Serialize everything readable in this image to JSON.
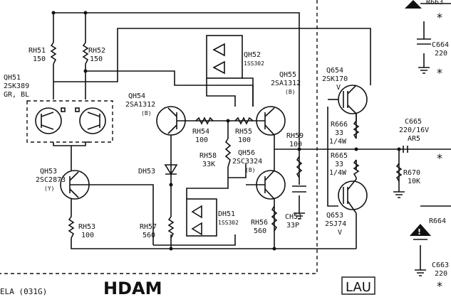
{
  "title": "HDAM",
  "footer": {
    "left": "ELA (031G)",
    "badge": "LAU"
  },
  "top_right": {
    "label": "R663"
  },
  "right_lower": {
    "label": "R664"
  },
  "components": {
    "rh51": {
      "ref": "RH51",
      "value": "150"
    },
    "rh52": {
      "ref": "RH52",
      "value": "150"
    },
    "qh51": {
      "ref": "QH51",
      "part": "2SK389",
      "grade": "GR, BL"
    },
    "qh52": {
      "ref": "QH52",
      "part": "1SS302"
    },
    "qh55": {
      "ref": "QH55",
      "part": "2SA1312",
      "grade": "(B)"
    },
    "qh54": {
      "ref": "QH54",
      "part": "2SA1312",
      "grade": "(B)"
    },
    "rh54": {
      "ref": "RH54",
      "value": "100"
    },
    "rh55": {
      "ref": "RH55",
      "value": "100"
    },
    "rh58": {
      "ref": "RH58",
      "value": "33K"
    },
    "qh56": {
      "ref": "QH56",
      "part": "2SC3324",
      "grade": "(B)"
    },
    "rh59": {
      "ref": "RH59",
      "value": "100"
    },
    "dh53": {
      "ref": "DH53"
    },
    "qh53": {
      "ref": "QH53",
      "part": "2SC2873",
      "grade": "(Y)"
    },
    "rh53": {
      "ref": "RH53",
      "value": "100"
    },
    "rh57": {
      "ref": "RH57",
      "value": "560"
    },
    "dh51": {
      "ref": "DH51",
      "part": "1SS302"
    },
    "rh56": {
      "ref": "RH56",
      "value": "560"
    },
    "ch51": {
      "ref": "CH51",
      "value": "33P"
    },
    "q654": {
      "ref": "Q654",
      "part": "2SK170",
      "grade": "V"
    },
    "r666": {
      "ref": "R666",
      "value": "33",
      "power": "1/4W"
    },
    "r665": {
      "ref": "R665",
      "value": "33",
      "power": "1/4W"
    },
    "q653": {
      "ref": "Q653",
      "part": "2SJ74",
      "grade": "V"
    },
    "c665": {
      "ref": "C665",
      "value": "220/16V",
      "note": "AR5"
    },
    "r670": {
      "ref": "R670",
      "value": "10K"
    },
    "c664": {
      "ref": "C664",
      "value": "220"
    },
    "c663": {
      "ref": "C663",
      "value": "220"
    }
  },
  "marks": {
    "star": "*"
  }
}
